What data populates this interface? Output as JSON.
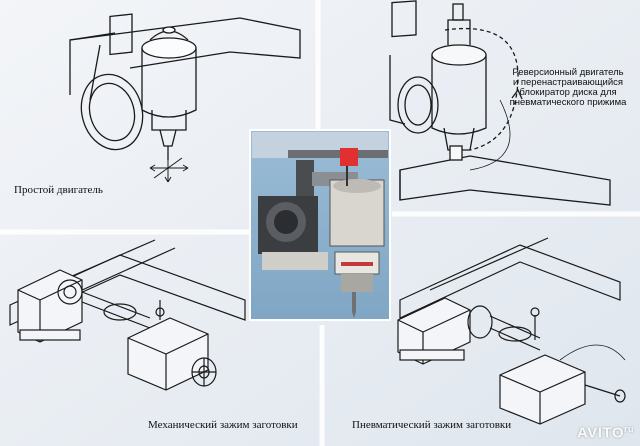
{
  "captions": {
    "simple_motor": "Простой двигатель",
    "reversible_motor": [
      "Реверсионный двигатель",
      "и перенастраивающийся",
      "блокиратор диска для",
      "пневматического прижима"
    ],
    "mechanical_clamp": "Механический зажим заготовки",
    "pneumatic_clamp": "Пневматический зажим заготовки"
  },
  "watermark": {
    "brand": "AVITO",
    "domain": "ru"
  },
  "colors": {
    "background": "#e9edf3",
    "photo_panel": "#8fb3cf",
    "accent_flag": "#e23030",
    "line": "#1a1a1a"
  }
}
